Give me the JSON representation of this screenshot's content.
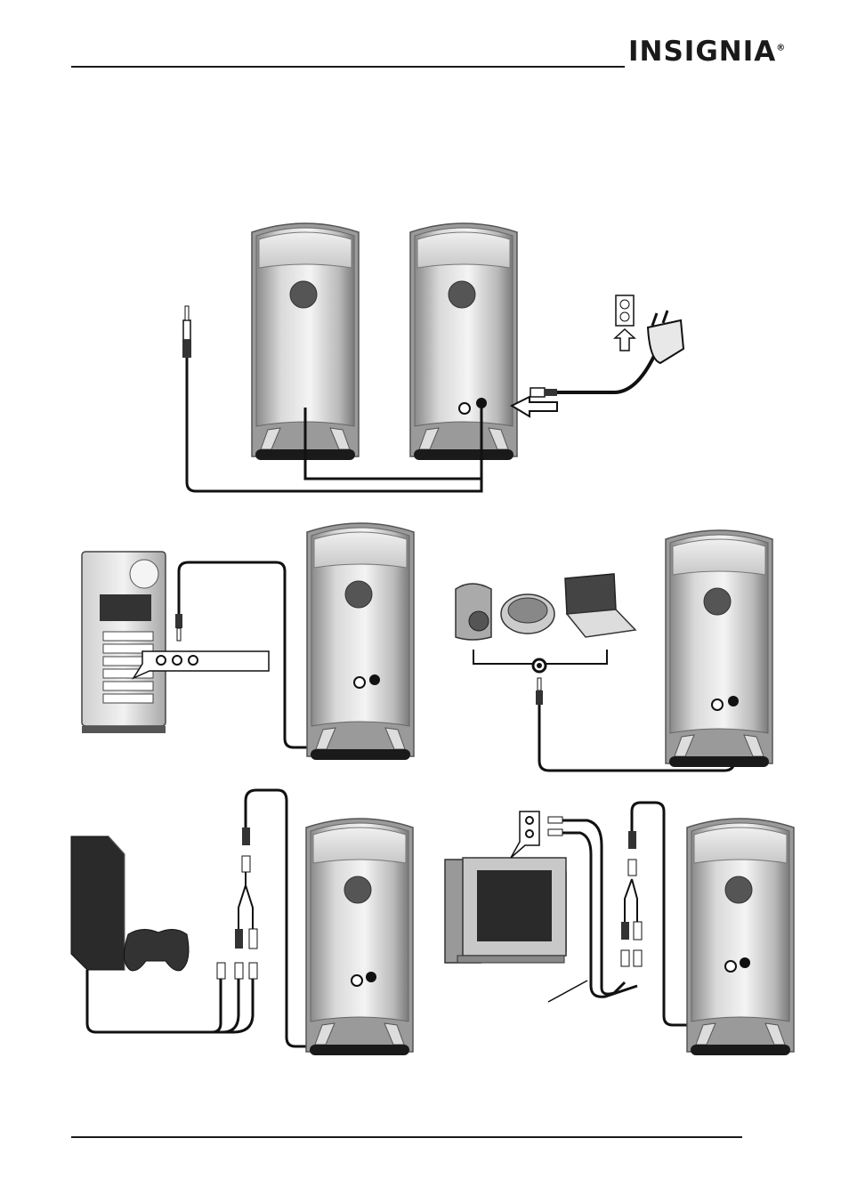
{
  "header": {
    "brand": "INSIGNIA",
    "brand_mark": "®"
  },
  "figure": {
    "panels": [
      {
        "id": "speaker-setup",
        "icon": "speaker-pair-icon"
      },
      {
        "id": "computer-connection",
        "icon": "computer-tower-icon"
      },
      {
        "id": "portable-devices-connection",
        "icon": "portable-device-icon"
      },
      {
        "id": "game-console-connection",
        "icon": "game-console-icon"
      },
      {
        "id": "tv-connection",
        "icon": "television-icon"
      }
    ]
  }
}
